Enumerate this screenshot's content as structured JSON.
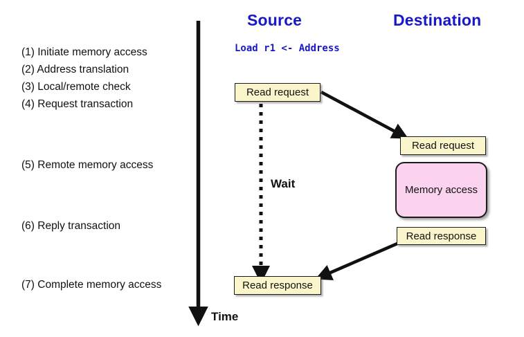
{
  "diagram": {
    "columns": {
      "source_title": "Source",
      "destination_title": "Destination"
    },
    "instruction": "Load r1 <- Address",
    "timeline": {
      "axis_label": "Time",
      "wait_label": "Wait",
      "axis_icon": "down-arrow-icon"
    },
    "steps": [
      {
        "label": "(1) Initiate memory access"
      },
      {
        "label": "(2) Address translation"
      },
      {
        "label": "(3) Local/remote check"
      },
      {
        "label": "(4) Request transaction"
      },
      {
        "label": "(5) Remote memory access"
      },
      {
        "label": "(6) Reply transaction"
      },
      {
        "label": "(7) Complete memory access"
      }
    ],
    "boxes": {
      "source_request": "Read request",
      "destination_request": "Read request",
      "memory_access": "Memory access",
      "destination_response": "Read response",
      "source_response": "Read response"
    },
    "colors": {
      "title_blue": "#1818c8",
      "message_yellow": "#fbf5cb",
      "memory_pink": "#fcd3ef",
      "stroke_black": "#1a1a1a"
    }
  }
}
